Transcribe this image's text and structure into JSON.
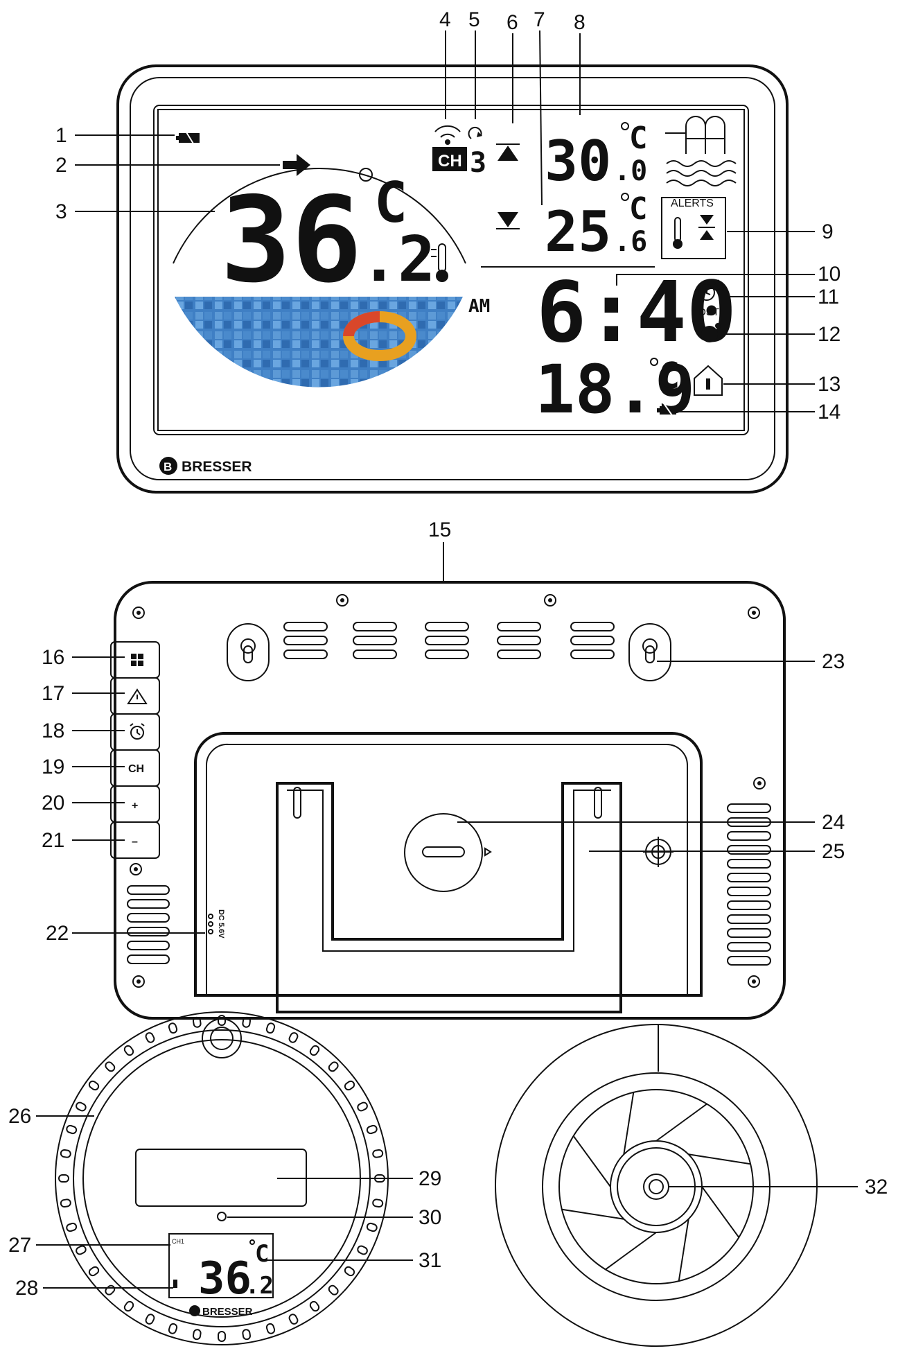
{
  "callouts": {
    "n1": "1",
    "n2": "2",
    "n3": "3",
    "n4": "4",
    "n5": "5",
    "n6": "6",
    "n7": "7",
    "n8": "8",
    "n9": "9",
    "n10": "10",
    "n11": "11",
    "n12": "12",
    "n13": "13",
    "n14": "14",
    "n15": "15",
    "n16": "16",
    "n17": "17",
    "n18": "18",
    "n19": "19",
    "n20": "20",
    "n21": "21",
    "n22": "22",
    "n23": "23",
    "n24": "24",
    "n25": "25",
    "n26": "26",
    "n27": "27",
    "n28": "28",
    "n29": "29",
    "n30": "30",
    "n31": "31",
    "n32": "32"
  },
  "front_display": {
    "pool_temp_int": "36",
    "pool_temp_dec": ".2",
    "unit": "°C",
    "unit_c": "C",
    "channel_badge": "CH",
    "channel_number": "3",
    "max_temp_int": "30",
    "max_temp_dec": ".0",
    "min_temp_int": "25",
    "min_temp_dec": ".6",
    "alerts_label": "ALERTS",
    "time": "6:40",
    "am_label": "AM",
    "dst_label": "DST",
    "indoor_temp": "18.9",
    "brand": "BRESSER"
  },
  "back_panel": {
    "buttons": [
      "",
      "",
      "",
      "CH",
      "+",
      "–"
    ],
    "dc_label": "DC 5.6V"
  },
  "sensor": {
    "channel_label": "CH1",
    "temp_int": "36",
    "temp_dec": ".2",
    "brand": "BRESSER"
  },
  "icons": {
    "battery": "battery-low-icon",
    "trend": "trend-arrow-icon",
    "thermometer": "thermometer-icon",
    "signal": "signal-icon",
    "rotate": "rotate-icon",
    "max": "max-arrow-icon",
    "min": "min-arrow-icon",
    "pool": "pool-ladder-icon",
    "rc": "radio-clock-icon",
    "alarm": "alarm-icon",
    "home": "home-icon",
    "mode": "mode-icon",
    "alert": "alert-triangle-icon",
    "alarm_clock": "alarm-clock-icon"
  }
}
